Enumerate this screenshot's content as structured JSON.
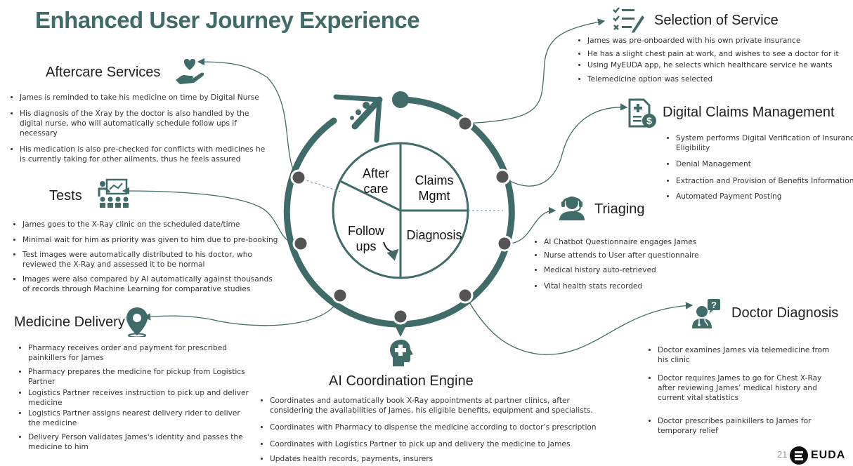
{
  "title": "Enhanced User Journey Experience",
  "colors": {
    "teal": "#3f6b68",
    "dark": "#1f1f1f",
    "node": "#555555"
  },
  "wheel": {
    "after_care": [
      "After",
      "care"
    ],
    "claims": [
      "Claims",
      "Mgmt"
    ],
    "follow_ups": [
      "Follow",
      "ups"
    ],
    "diagnosis": "Diagnosis"
  },
  "sections": {
    "aftercare": {
      "title": "Aftercare Services",
      "icon": "hand-heart-icon",
      "bullets": [
        "James is reminded to take his medicine on time by Digital Nurse",
        "His diagnosis of the Xray by the doctor is also handled by the digital nurse, who will automatically schedule follow ups if necessary",
        "His medication is also pre-checked for conflicts with medicines he is currently taking for other ailments, thus he feels assured"
      ]
    },
    "tests": {
      "title": "Tests",
      "icon": "presentation-icon",
      "bullets": [
        "James goes to the X-Ray clinic on the scheduled date/time",
        "Minimal wait for him as priority was given to him due to pre-booking",
        "Test images were automatically distributed to his doctor, who reviewed the X-Ray and assessed it to be normal",
        "Images were also compared by AI automatically against thousands of records through Machine Learning for comparative studies"
      ]
    },
    "medicine": {
      "title": "Medicine Delivery",
      "icon": "location-pin-icon",
      "bullets": [
        "Pharmacy receives order and payment for prescribed painkillers for James",
        "Pharmacy prepares the medicine for pickup from Logistics Partner",
        "Logistics Partner receives instruction to pick up and deliver medicine",
        "Logistics Partner assigns nearest delivery rider to deliver the medicine",
        "Delivery Person validates James's identity and passes the medicine to him"
      ]
    },
    "ai": {
      "title": "AI Coordination Engine",
      "icon": "brain-head-icon",
      "bullets": [
        "Coordinates and automatically book X-Ray appointments at partner clinics, after considering the availabilities of James, his eligible benefits, equipment and specialists.",
        "Coordinates with Pharmacy to dispense the medicine according to doctor’s prescription",
        "Coordinates with Logistics Partner to pick up and delivery the medicine to James",
        "Updates health records, payments, insurers"
      ]
    },
    "selection": {
      "title": "Selection of Service",
      "icon": "checklist-icon",
      "bullets": [
        "James was pre-onboarded with his own private insurance",
        "He has a slight chest pain at work, and wishes to see a doctor for it",
        "Using MyEUDA app, he selects which healthcare service he wants",
        "Telemedicine option was selected"
      ]
    },
    "claims": {
      "title": "Digital Claims Management",
      "icon": "claim-document-icon",
      "bullets": [
        "System performs Digital Verification of Insurance Eligibility",
        "Denial Management",
        "Extraction and Provision of Benefits Information",
        "Automated Payment Posting"
      ]
    },
    "triaging": {
      "title": "Triaging",
      "icon": "headset-agent-icon",
      "bullets": [
        "AI Chatbot Questionnaire engages James",
        "Nurse attends to User after questionnaire",
        "Medical history auto-retrieved",
        "Vital health stats recorded"
      ]
    },
    "doctor": {
      "title": "Doctor Diagnosis",
      "icon": "doctor-question-icon",
      "bullets": [
        "Doctor examines James via telemedicine from his clinic",
        "Doctor requires James to go for Chest X-Ray after reviewing James’ medical history and current vital statistics",
        "Doctor prescribes painkillers to James for temporary relief"
      ]
    }
  },
  "footer": {
    "page_number": "21",
    "logo_text": "EUDA"
  }
}
